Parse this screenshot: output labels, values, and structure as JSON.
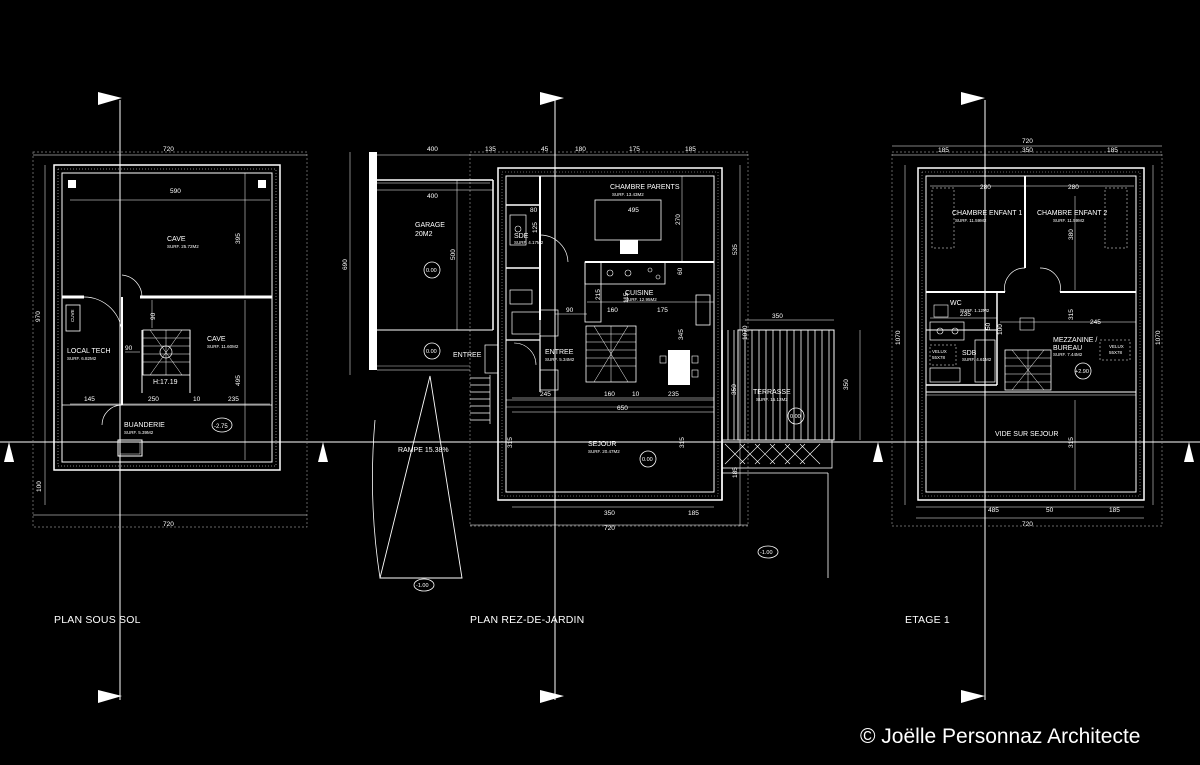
{
  "plans": {
    "sous_sol": {
      "title": "PLAN SOUS SOL",
      "dims": {
        "top": "720",
        "bottom": "720",
        "left": "970",
        "left_small": "100",
        "inner_top": "590",
        "inner_right_top": "395",
        "inner_right_bottom": "495",
        "d90a": "90",
        "d90b": "90",
        "d145": "145",
        "d250": "250",
        "d10": "10",
        "d235": "235"
      },
      "rooms": {
        "cave1": {
          "name": "CAVE",
          "surf": "SURF. 25.72M2"
        },
        "cave2": {
          "name": "CAVE",
          "surf": "SURF. 11.60M2"
        },
        "local": {
          "name": "LOCAL TECH",
          "surf": "SURF. 6.82M2"
        },
        "buanderie": {
          "name": "BUANDERIE",
          "surf": "SURF. 5.39M2"
        },
        "stair": "H:17.19",
        "level": "-2.75",
        "cuve": "CUVE"
      }
    },
    "rez": {
      "title": "PLAN REZ-DE-JARDIN",
      "dims": {
        "d400a": "400",
        "d135": "135",
        "d45": "45",
        "d180": "180",
        "d175a": "175",
        "d185a": "185",
        "d400b": "400",
        "d690": "690",
        "d500": "500",
        "d495": "495",
        "d270": "270",
        "d535": "535",
        "d1070": "1070",
        "d125": "125",
        "d215": "215",
        "d115": "115",
        "d90": "90",
        "d160a": "160",
        "d175b": "175",
        "d345": "345",
        "d350a": "350",
        "d350b": "350",
        "d350c": "350",
        "d245": "245",
        "d160b": "160",
        "d10": "10",
        "d235": "235",
        "d650": "650",
        "d315a": "315",
        "d315b": "315",
        "d185b": "185",
        "d720": "720",
        "d350d": "350",
        "d185c": "185",
        "d60": "60",
        "d80": "80"
      },
      "rooms": {
        "garage": {
          "name": "GARAGE",
          "surf": "20M2"
        },
        "chambre": {
          "name": "CHAMBRE PARENTS",
          "surf": "SURF. 13.43M2"
        },
        "sde": {
          "name": "SDE",
          "surf": "SURF. 4.17M2"
        },
        "cuisine": {
          "name": "CUISINE",
          "surf": "SURF. 12.95M2"
        },
        "entree_room": {
          "name": "ENTREE",
          "surf": "SURF. 5.34M2"
        },
        "sejour": {
          "name": "SEJOUR",
          "surf": "SURF. 20.47M2"
        },
        "terrasse": {
          "name": "TERRASSE",
          "surf": "SURF. 15.12M2"
        },
        "entree_label": "ENTREE",
        "rampe": "RAMPE 15.38%",
        "lvl_garage": "0.00",
        "lvl_entree": "0.00",
        "lvl_sejour": "0.00",
        "lvl_terrasse": "0.00",
        "lvl_rampe": "-1.00",
        "lvl_jardin": "-1.00"
      }
    },
    "etage": {
      "title": "ETAGE 1",
      "dims": {
        "top": "720",
        "d185a": "185",
        "d350a": "350",
        "d185b": "185",
        "d280a": "280",
        "d280b": "280",
        "d380": "380",
        "d1070a": "1070",
        "d1070b": "1070",
        "d315a": "315",
        "d245": "245",
        "d235": "235",
        "d315b": "315",
        "d485": "485",
        "d50": "50",
        "d185c": "185",
        "d720b": "720",
        "d50b": "50",
        "d100": "100"
      },
      "rooms": {
        "ch1": {
          "name": "CHAMBRE ENFANT 1",
          "surf": "SURF. 11.59M2"
        },
        "ch2": {
          "name": "CHAMBRE ENFANT 2",
          "surf": "SURF. 11.59M2"
        },
        "wc": {
          "name": "WC",
          "surf": "SURF. 1.12M2"
        },
        "sdb": {
          "name": "SDB",
          "surf": "SURF. 4.61M2"
        },
        "mezz1": "MEZZANINE /",
        "mezz2": "BUREAU",
        "mezz_surf": "SURF. 7.44M2",
        "vide": "VIDE SUR SEJOUR",
        "velux1": "VELUX",
        "velux1b": "55X78",
        "velux2": "VELUX",
        "velux2b": "55X78",
        "lvl": "+2.90"
      }
    }
  },
  "copyright": "© Joëlle Personnaz Architecte",
  "colors": {
    "background": "#000000",
    "lines": "#ffffff"
  }
}
